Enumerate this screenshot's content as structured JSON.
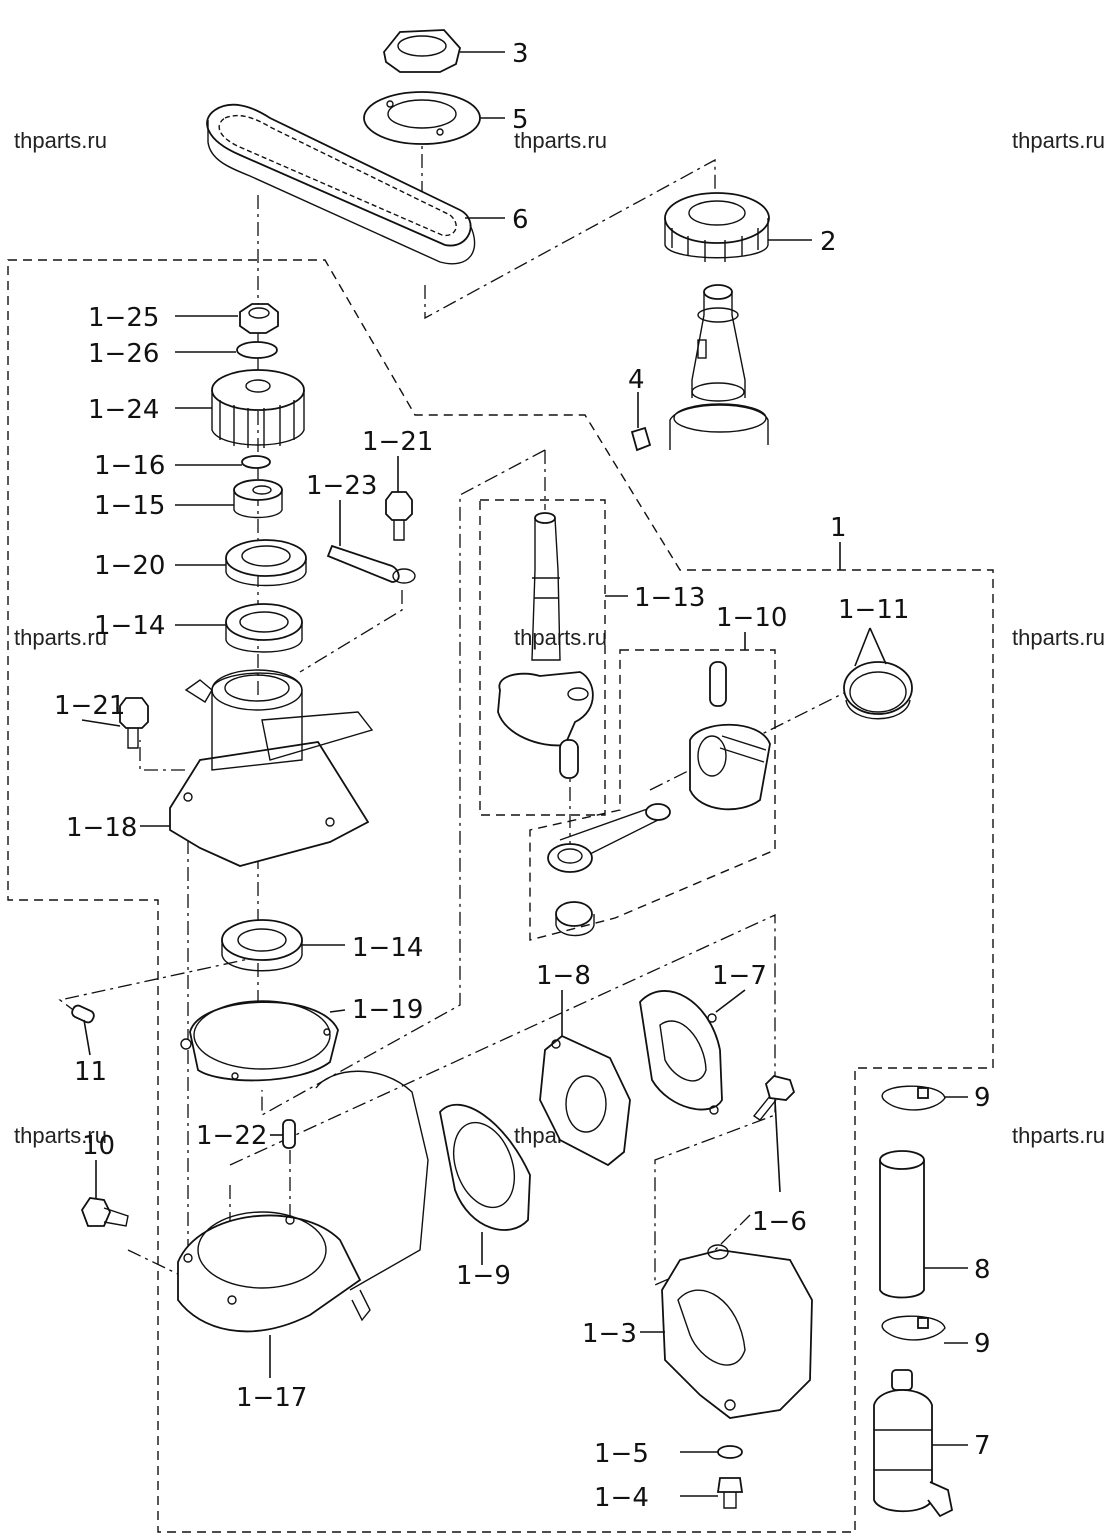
{
  "watermark": "thparts.ru",
  "callouts": {
    "c3": "3",
    "c5": "5",
    "c6": "6",
    "c2": "2",
    "c4": "4",
    "c1": "1",
    "c1_25": "1−25",
    "c1_26": "1−26",
    "c1_24": "1−24",
    "c1_16": "1−16",
    "c1_15": "1−15",
    "c1_20": "1−20",
    "c1_14a": "1−14",
    "c1_21a": "1−21",
    "c1_23": "1−23",
    "c1_21b": "1−21",
    "c1_18": "1−18",
    "c1_13": "1−13",
    "c1_10": "1−10",
    "c1_11": "1−11",
    "c1_14b": "1−14",
    "c1_19": "1−19",
    "c11": "11",
    "c1_8": "1−8",
    "c1_7": "1−7",
    "c1_22": "1−22",
    "c10": "10",
    "c1_9": "1−9",
    "c1_6": "1−6",
    "c9a": "9",
    "c8": "8",
    "c9b": "9",
    "c1_3": "1−3",
    "c1_17": "1−17",
    "c1_5": "1−5",
    "c7": "7",
    "c1_4": "1−4"
  }
}
